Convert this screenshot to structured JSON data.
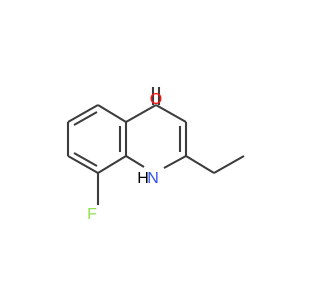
{
  "molecule": {
    "atoms": {
      "oxygen": "O",
      "nitrogen": "N",
      "hydrogen": "H",
      "fluorine": "F"
    },
    "colors": {
      "bond": "#3c3c3c",
      "oxygen": "#ff0d0d",
      "nitrogen": "#3050f8",
      "fluorine": "#90e050",
      "hydrogen": "#000000"
    }
  }
}
